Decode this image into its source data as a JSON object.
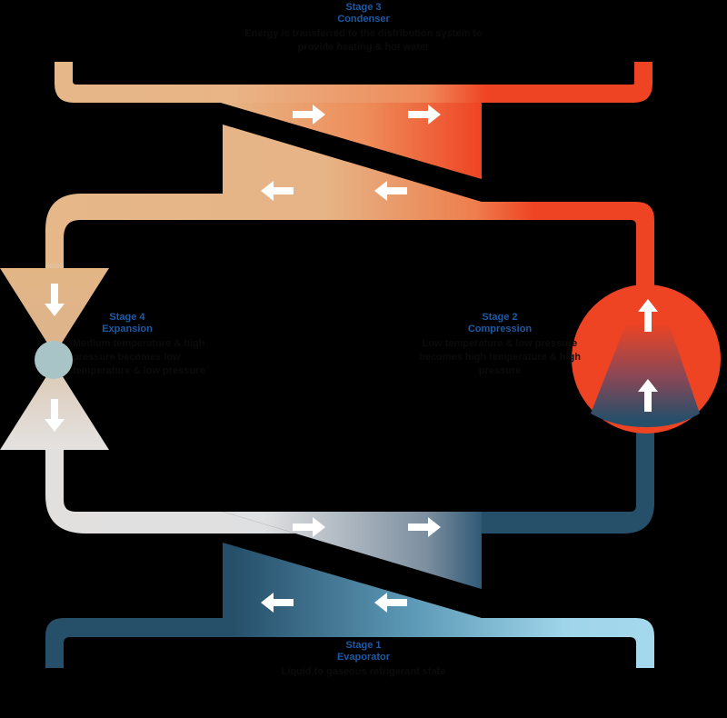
{
  "colors": {
    "background": "#000000",
    "label_blue": "#1c5aa6",
    "desc_text": "#0b0b0b",
    "hot_red": "#ef4423",
    "warm_tan": "#e5b789",
    "cold_navy": "#264f6a",
    "cool_light": "#9fd5ea",
    "cool_grey": "#e2e0df",
    "valve_ball": "#a9c4c7",
    "arrow_white": "#ffffff"
  },
  "stages": {
    "stage3": {
      "stage": "Stage 3",
      "name": "Condenser",
      "desc": "Energy is transferred to the distribution system to provide heating & hot water"
    },
    "stage2": {
      "stage": "Stage 2",
      "name": "Compression",
      "desc": "Low temperature & low pressure becomes high temperature & high pressure"
    },
    "stage4": {
      "stage": "Stage 4",
      "name": "Expansion",
      "desc": "Medium temperature & high pressure becomes low temperature & low pressure"
    },
    "stage1": {
      "stage": "Stage 1",
      "name": "Evaporator",
      "desc": "Liquid to gaseous refrigerant state"
    }
  },
  "icons": {
    "flow_arrow": "arrow-icon",
    "compressor": "compressor-icon",
    "expansion_valve": "expansion-valve-icon"
  }
}
